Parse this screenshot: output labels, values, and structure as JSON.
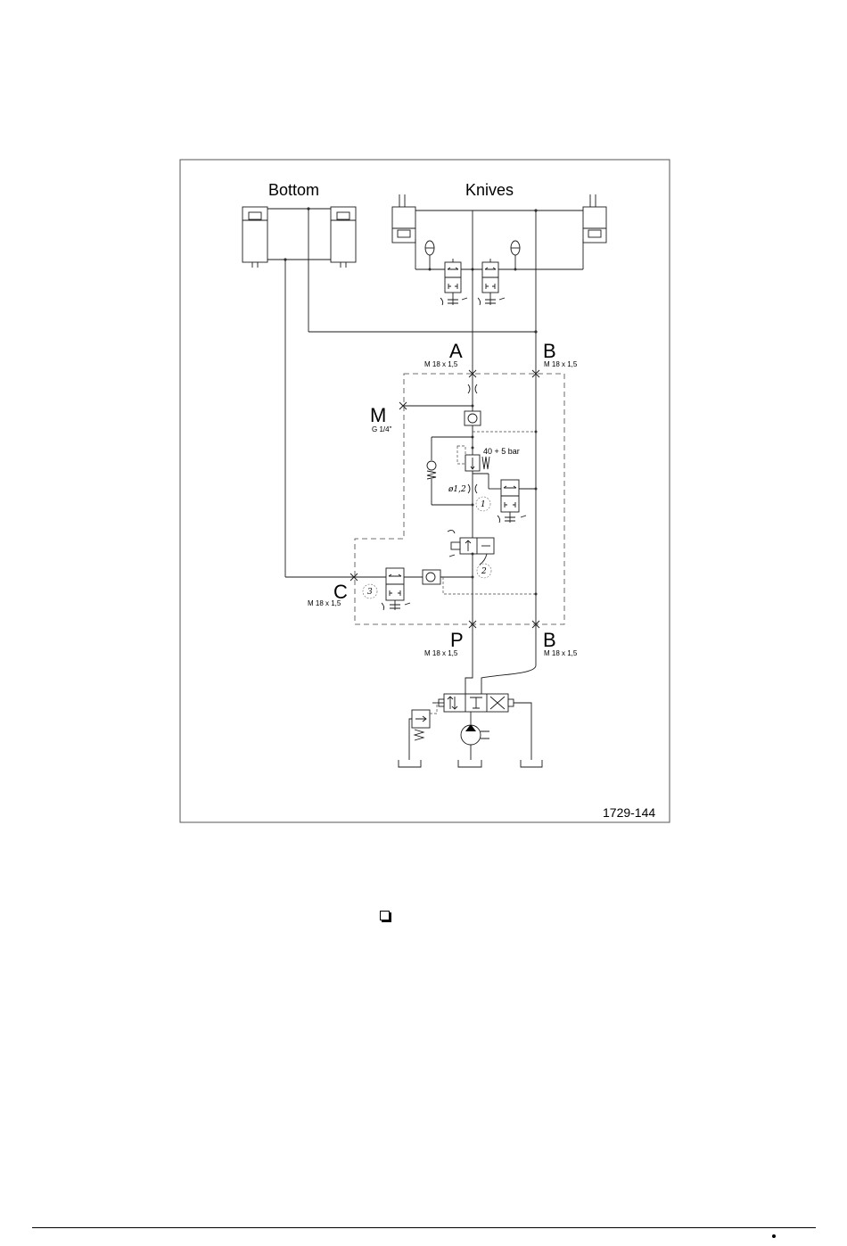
{
  "labels": {
    "bottom": "Bottom",
    "knives": "Knives",
    "port_a": "A",
    "port_a_thread": "M 18 x 1,5",
    "port_b_top": "B",
    "port_b_top_thread": "M 18 x 1,5",
    "port_m": "M",
    "port_m_thread": "G 1/4\"",
    "pressure": "40 + 5 bar",
    "orifice": "ø1,2",
    "port_c": "C",
    "port_c_thread": "M 18 x 1,5",
    "port_p": "P",
    "port_p_thread": "M 18 x 1,5",
    "port_b_bottom": "B",
    "port_b_bottom_thread": "M 18 x 1,5",
    "valve_1": "1",
    "valve_2": "2",
    "valve_3": "3",
    "figure_number": "1729-144"
  }
}
